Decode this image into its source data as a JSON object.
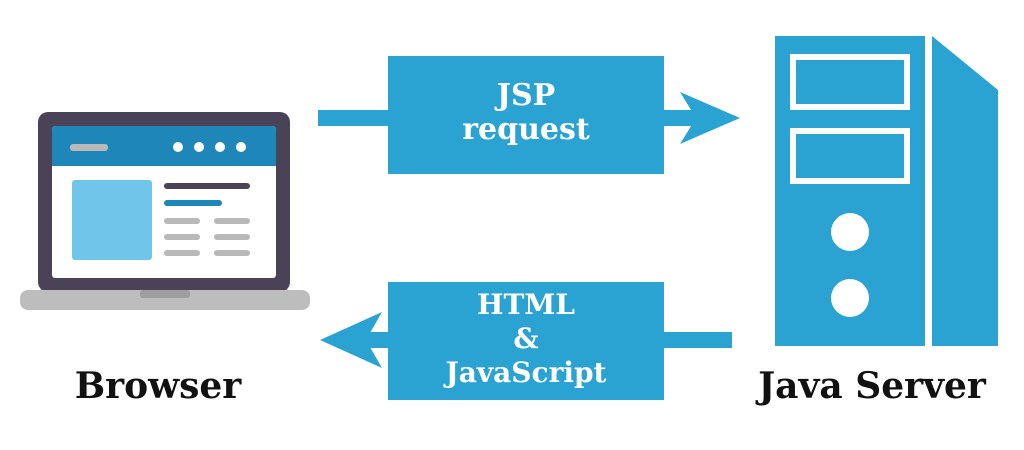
{
  "diagram": {
    "browser_label": "Browser",
    "server_label": "Java Server",
    "request": {
      "lines": [
        "JSP",
        "request"
      ]
    },
    "response": {
      "lines": [
        "HTML",
        "&",
        "JavaScript"
      ]
    }
  },
  "colors": {
    "arrow_blue": "#2aa3d3",
    "arrow_text": "#ffffff",
    "server_blue": "#2aa3d3",
    "server_white": "#ffffff",
    "laptop_frame": "#4a4357",
    "laptop_base": "#bdbdbd",
    "laptop_base_dark": "#9e9e9e",
    "screen_bg": "#ffffff",
    "screen_header": "#1e86b8",
    "screen_image": "#6fc6ea",
    "screen_line_dark": "#1e86b8",
    "screen_line_light": "#b9b9b9",
    "caption_text": "#111111"
  }
}
